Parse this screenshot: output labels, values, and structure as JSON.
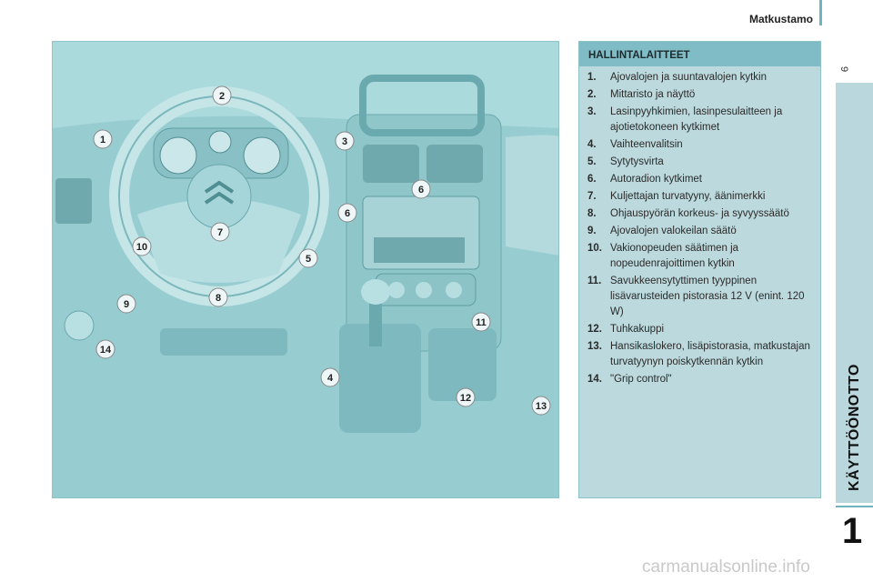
{
  "header": {
    "section": "Matkustamo",
    "page": "9"
  },
  "side_tab": {
    "title": "KÄYTTÖÖNOTTO",
    "chapter": "1"
  },
  "panel": {
    "title": "HALLINTALAITTEET",
    "items": [
      {
        "n": "1.",
        "text": "Ajovalojen ja suuntavalojen kytkin"
      },
      {
        "n": "2.",
        "text": "Mittaristo ja näyttö"
      },
      {
        "n": "3.",
        "text": "Lasinpyyhkimien, lasinpesulaitteen ja ajotietokoneen kytkimet"
      },
      {
        "n": "4.",
        "text": "Vaihteenvalitsin"
      },
      {
        "n": "5.",
        "text": "Sytytysvirta"
      },
      {
        "n": "6.",
        "text": "Autoradion kytkimet"
      },
      {
        "n": "7.",
        "text": "Kuljettajan turvatyyny, äänimerkki"
      },
      {
        "n": "8.",
        "text": "Ohjauspyörän korkeus- ja syvyyssäätö"
      },
      {
        "n": "9.",
        "text": "Ajovalojen valokeilan säätö"
      },
      {
        "n": "10.",
        "text": "Vakionopeuden säätimen ja nopeudenrajoittimen kytkin"
      },
      {
        "n": "11.",
        "text": "Savukkeensytyttimen tyyppinen lisävarusteiden pistorasia 12 V (enint. 120 W)"
      },
      {
        "n": "12.",
        "text": "Tuhkakuppi"
      },
      {
        "n": "13.",
        "text": "Hansikaslokero, lisäpistorasia, matkustajan turvatyynyn poiskytkennän kytkin"
      },
      {
        "n": "14.",
        "text": "\"Grip control\""
      }
    ]
  },
  "illustration": {
    "callouts": [
      "1",
      "2",
      "3",
      "4",
      "5",
      "6",
      "6",
      "7",
      "8",
      "9",
      "10",
      "11",
      "12",
      "13",
      "14"
    ]
  },
  "watermark": "carmanualsonline.info"
}
